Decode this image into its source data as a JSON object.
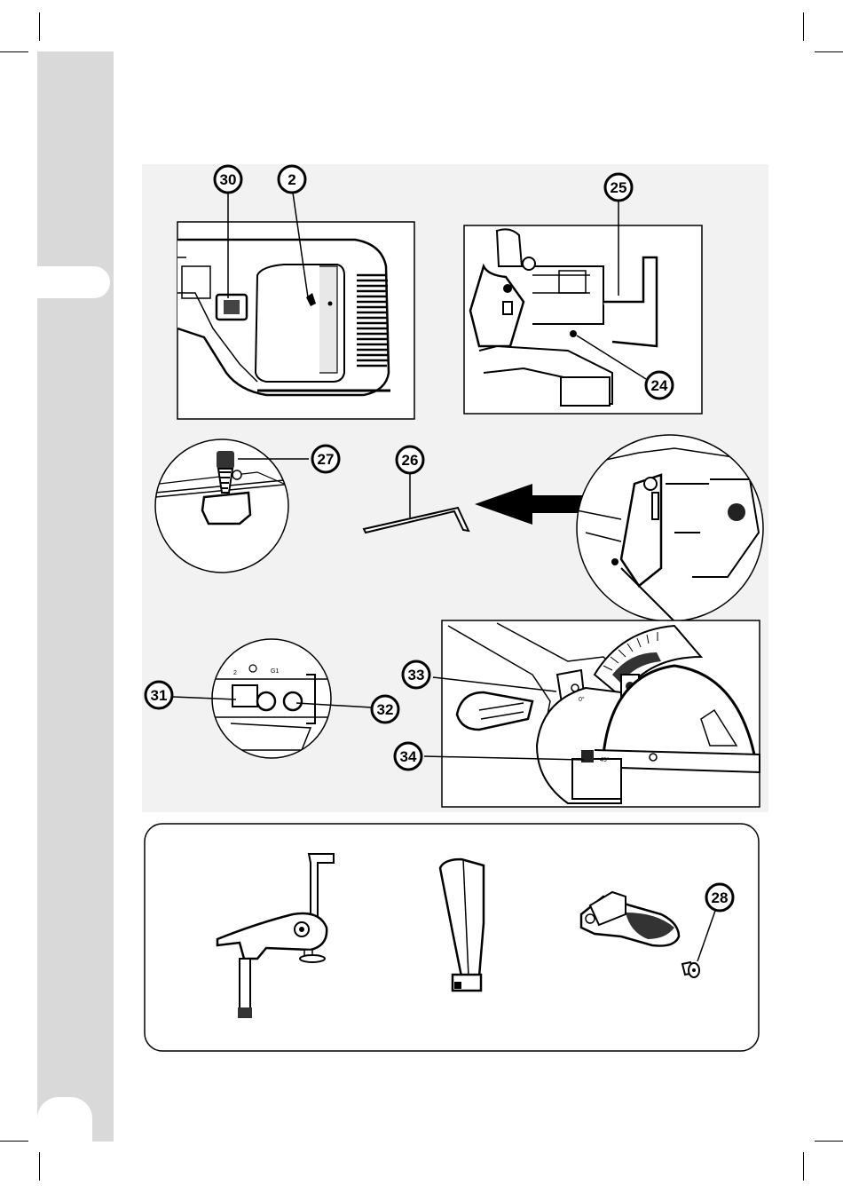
{
  "callouts": {
    "c30": "30",
    "c2": "2",
    "c25": "25",
    "c24": "24",
    "c27": "27",
    "c26": "26",
    "c31": "31",
    "c32": "32",
    "c33": "33",
    "c34": "34",
    "c28": "28"
  },
  "inset_labels": {
    "g2": "2",
    "g1": "G1",
    "deg45": "45°",
    "deg0": "0°"
  }
}
